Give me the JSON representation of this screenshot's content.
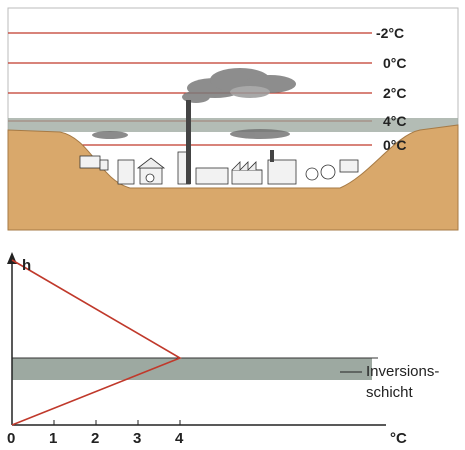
{
  "scene": {
    "temperature_labels": [
      "-2°C",
      "0°C",
      "2°C",
      "4°C",
      "0°C"
    ],
    "colors": {
      "temperature_line": "#c0392b",
      "ground": "#d9a86b",
      "inversion_layer": "#8c9a90",
      "smoke": "#777777",
      "building": "#f2f2f2"
    }
  },
  "graph": {
    "y_axis_label": "h",
    "x_axis_unit": "°C",
    "x_ticks": [
      "0",
      "1",
      "2",
      "3",
      "4"
    ],
    "inversion_label_line1": "Inversions-",
    "inversion_label_line2": "schicht",
    "profile_points": [
      {
        "temp": 0,
        "height": "ground"
      },
      {
        "temp": 4,
        "height": "inversion"
      },
      {
        "temp": 0,
        "height": "top"
      }
    ]
  }
}
